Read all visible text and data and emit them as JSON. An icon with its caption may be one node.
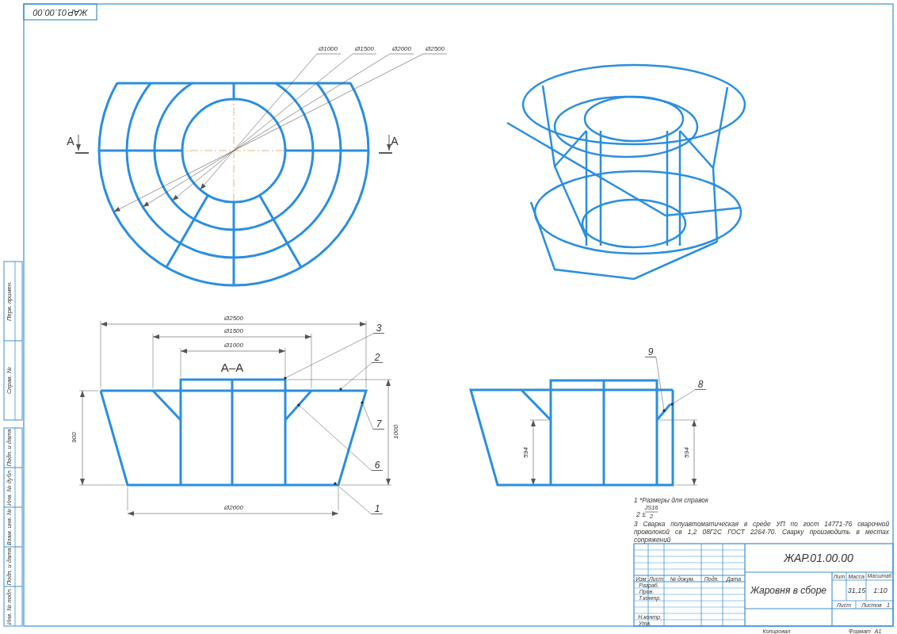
{
  "diagram": {
    "nodes": [
      {
        "text": [
          "3"
        ]
      },
      {
        "text": [
          "2"
        ]
      },
      {
        "text": [
          "7"
        ]
      },
      {
        "text": [
          "6"
        ]
      },
      {
        "text": [
          "1"
        ]
      },
      {
        "text": [
          "9"
        ]
      },
      {
        "text": [
          "8"
        ]
      },
      {
        "text": [],
        "shape": "picture"
      },
      {
        "text": [],
        "shape": "picture"
      }
    ],
    "edges": [
      {
        "from": 0,
        "to": 7,
        "arrow": "other"
      },
      {
        "from": 1,
        "to": 7,
        "arrow": "other"
      },
      {
        "from": 2,
        "to": 7,
        "arrow": "other"
      },
      {
        "from": 3,
        "to": 7,
        "arrow": "other"
      },
      {
        "from": 4,
        "to": 7,
        "arrow": "other"
      },
      {
        "from": 5,
        "to": 8,
        "arrow": "other"
      },
      {
        "from": 6,
        "to": 8,
        "arrow": "other"
      }
    ],
    "labels": [
      "ЖАР.01.00.00",
      "Ø1000",
      "Ø1500",
      "Ø2000",
      "Ø2500",
      "А",
      "А",
      "Ø2500",
      "Ø1500",
      "Ø1000",
      "А–А",
      "900",
      "1000",
      "Ø2000",
      "594",
      "594",
      "Перв. примен.",
      "Справ. №",
      "Подп. и дата",
      "Инв. № дубл.",
      "Взам. инв. №",
      "Подп. и дата",
      "Инв. № подл.",
      "1 *Размеры для справок",
      "2 ±",
      "JS16",
      "2",
      "3 Сварка полуавтоматическая в среде УП по гост 14771-76 сварочной проволокой св 1,2 08Г2С ГОСТ 2264-70. Сварку производить в местах сопряжений",
      "ЖАР.01.00.00",
      "Изм",
      "Лист",
      "№ докум.",
      "Подп.",
      "Дата",
      "Разраб.",
      "Пров.",
      "Т.контр.",
      "Н.контр.",
      "Утв.",
      "Жаровня в сборе",
      "Лит",
      "Масса",
      "Масштаб",
      "31,15",
      "1:10",
      "Лист",
      "Листов",
      "1",
      "Копировал",
      "Формат",
      "А1"
    ]
  }
}
